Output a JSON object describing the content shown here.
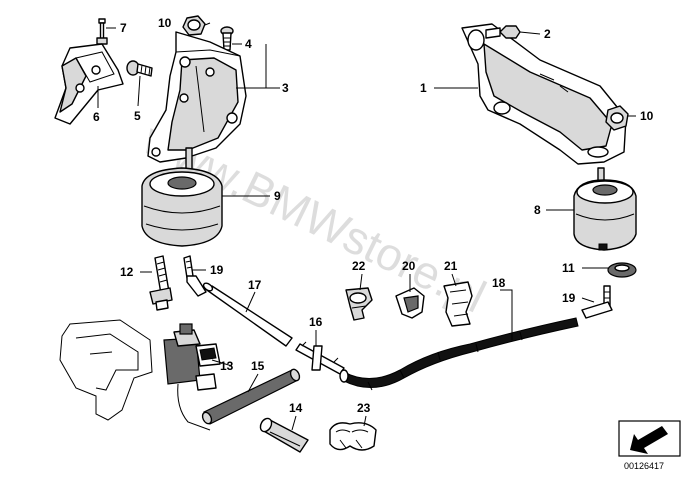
{
  "diagram": {
    "watermark": "www.BMWstore.pl",
    "document_number": "00126417",
    "part_numbers": {
      "p1": "1",
      "p2": "2",
      "p3": "3",
      "p4": "4",
      "p5": "5",
      "p6": "6",
      "p7": "7",
      "p8": "8",
      "p9": "9",
      "p10a": "10",
      "p10b": "10",
      "p11": "11",
      "p12": "12",
      "p13": "13",
      "p14": "14",
      "p15": "15",
      "p16": "16",
      "p17": "17",
      "p18": "18",
      "p19a": "19",
      "p19b": "19",
      "p20": "20",
      "p21": "21",
      "p22": "22",
      "p23": "23"
    },
    "icons": {
      "corner": "arrow-corner-icon"
    }
  }
}
